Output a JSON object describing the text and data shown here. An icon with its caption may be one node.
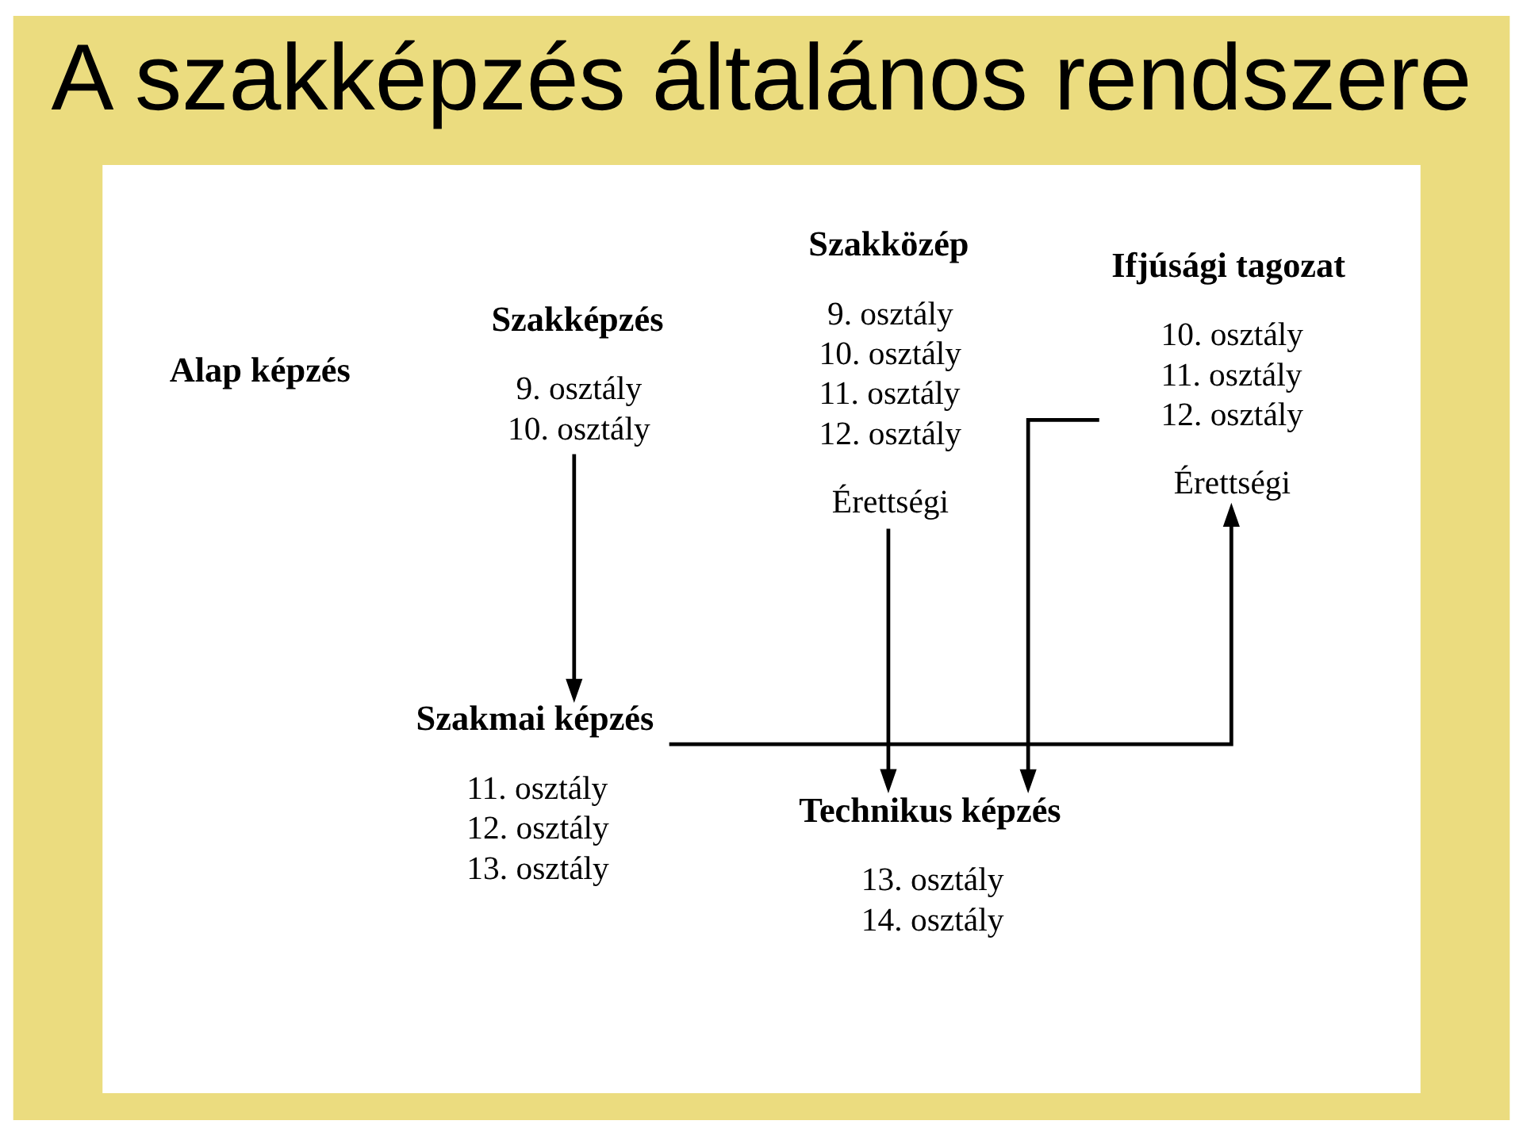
{
  "diagram": {
    "title": "A szakképzés általános rendszere",
    "nodes": [
      {
        "text": [],
        "shape": "box"
      },
      {
        "text": [
          "Szakképzés",
          "9. osztály",
          "10. osztály"
        ],
        "in": 0
      },
      {
        "text": [
          "Szakközép",
          "9. osztály",
          "10. osztály",
          "11. osztály",
          "12. osztály",
          "Érettségi"
        ],
        "in": 0
      },
      {
        "text": [
          "Ifjúsági tagozat",
          "10. osztály",
          "11. osztály",
          "12. osztály",
          "Érettségi"
        ],
        "in": 0
      },
      {
        "text": [
          "Szakmai képzés",
          "11. osztály",
          "12. osztály",
          "13. osztály"
        ],
        "in": 0
      },
      {
        "text": [
          "Technikus képzés",
          "13. osztály",
          "14. osztály"
        ],
        "in": 0
      }
    ],
    "edges": [
      {
        "from": 1,
        "to": 4,
        "arrow": "to"
      },
      {
        "from": 2,
        "to": 5,
        "arrow": "to"
      },
      {
        "from": 3,
        "to": 5,
        "arrow": "to"
      },
      {
        "from": 4,
        "to": 3,
        "arrow": "to"
      }
    ],
    "labels": [
      "Alap képzés"
    ]
  }
}
